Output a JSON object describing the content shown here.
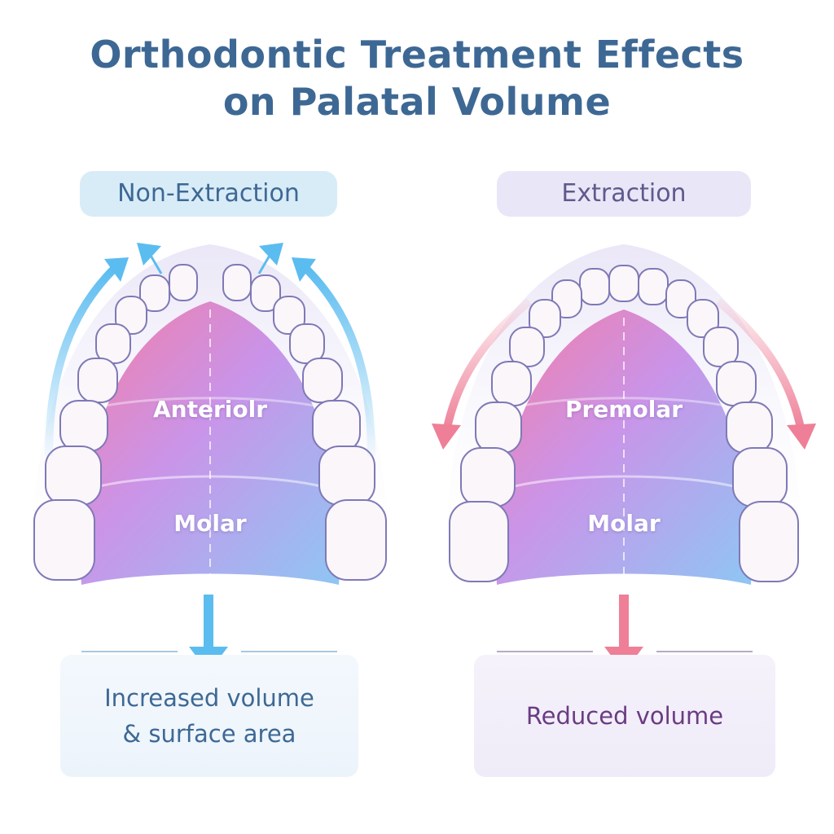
{
  "title": {
    "line1": "Orthodontic Treatment Effects",
    "line2": "on Palatal Volume"
  },
  "panels": [
    {
      "label": "Non-Extraction",
      "region_top": "Anteriolr",
      "region_bottom": "Molar",
      "result": "Increased volume\n& surface area",
      "arrow_color": "#5bbcf0",
      "arrow_direction": "outward"
    },
    {
      "label": "Extraction",
      "region_top": "Premolar",
      "region_bottom": "Molar",
      "result": "Reduced volume",
      "arrow_color": "#ee7f97",
      "arrow_direction": "inward"
    }
  ],
  "colors": {
    "title": "#3e6894",
    "palate_top": "#f28fb0",
    "palate_mid": "#b690e8",
    "palate_bottom": "#8cc6f2",
    "tooth_fill": "#fbf6f9",
    "tooth_outline": "#7f79b7"
  }
}
